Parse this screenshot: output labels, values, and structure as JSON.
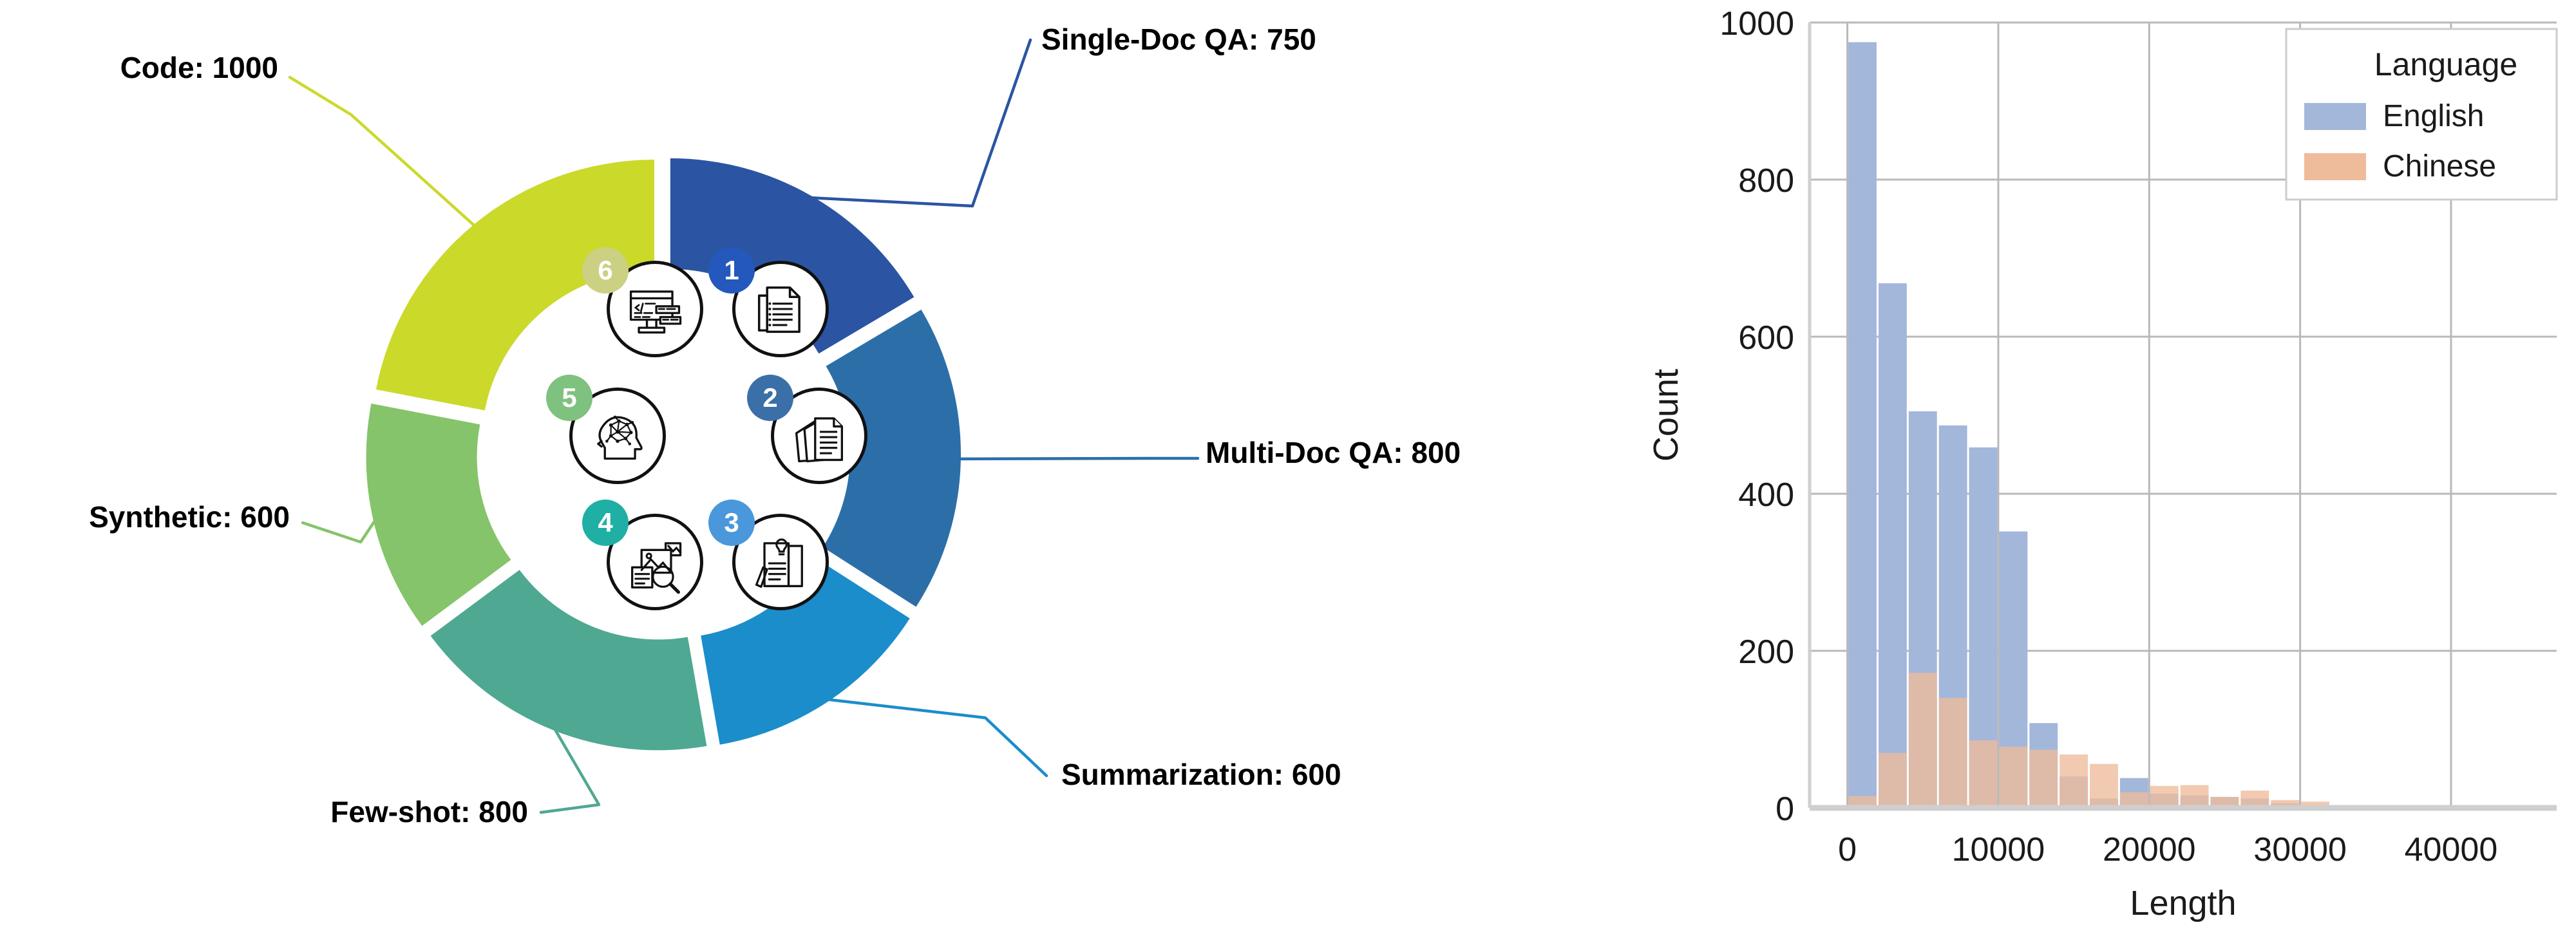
{
  "donut": {
    "title": "",
    "center_label": "",
    "segments": [
      {
        "name": "Single-Doc QA",
        "value": 750,
        "label": "Single-Doc QA: 750",
        "color": "#2B55A3"
      },
      {
        "name": "Multi-Doc QA",
        "value": 800,
        "label": "Multi-Doc QA: 800",
        "color": "#2C6FA8"
      },
      {
        "name": "Summarization",
        "value": 600,
        "label": "Summarization: 600",
        "color": "#1B8DCB"
      },
      {
        "name": "Few-shot",
        "value": 800,
        "label": "Few-shot: 800",
        "color": "#4FA892"
      },
      {
        "name": "Synthetic",
        "value": 600,
        "label": "Synthetic: 600",
        "color": "#85C46A"
      },
      {
        "name": "Code",
        "value": 1000,
        "label": "Code: 1000",
        "color": "#CBD92B"
      }
    ],
    "icons": [
      {
        "num": "1",
        "icon": "single-document-icon",
        "badge_color": "#2458BC"
      },
      {
        "num": "2",
        "icon": "multiple-documents-icon",
        "badge_color": "#3A6FA8"
      },
      {
        "num": "3",
        "icon": "document-lightbulb-icon",
        "badge_color": "#4A97DB"
      },
      {
        "num": "4",
        "icon": "image-search-icon",
        "badge_color": "#1FAFA5"
      },
      {
        "num": "5",
        "icon": "brain-network-icon",
        "badge_color": "#7FC17E"
      },
      {
        "num": "6",
        "icon": "code-monitor-icon",
        "badge_color": "#CBD083"
      }
    ]
  },
  "histogram": {
    "legend_title": "Language",
    "x_title": "Length",
    "y_title": "Count"
  },
  "chart_data": {
    "type": "bar",
    "title": "",
    "xlabel": "Length",
    "ylabel": "Count",
    "xlim": [
      -2500,
      47000
    ],
    "ylim": [
      0,
      1000
    ],
    "xticks": [
      0,
      10000,
      20000,
      30000,
      40000
    ],
    "yticks": [
      0,
      200,
      400,
      600,
      800,
      1000
    ],
    "grid": true,
    "legend_title": "Language",
    "legend_position": "upper right",
    "bin_width": 2000,
    "bin_starts": [
      0,
      2000,
      4000,
      6000,
      8000,
      10000,
      12000,
      14000,
      16000,
      18000,
      20000,
      22000,
      24000,
      26000,
      28000,
      30000,
      32000,
      34000,
      36000,
      38000
    ],
    "series": [
      {
        "name": "English",
        "color": "#A3B7DA",
        "values": [
          975,
          668,
          505,
          487,
          459,
          352,
          108,
          40,
          12,
          38,
          18,
          16,
          14,
          12,
          6,
          0,
          0,
          0,
          0,
          0
        ]
      },
      {
        "name": "Chinese",
        "color": "#EEBB9B",
        "values": [
          15,
          70,
          172,
          140,
          86,
          78,
          74,
          68,
          56,
          20,
          28,
          29,
          14,
          22,
          10,
          8,
          0,
          0,
          0,
          0
        ]
      }
    ]
  }
}
